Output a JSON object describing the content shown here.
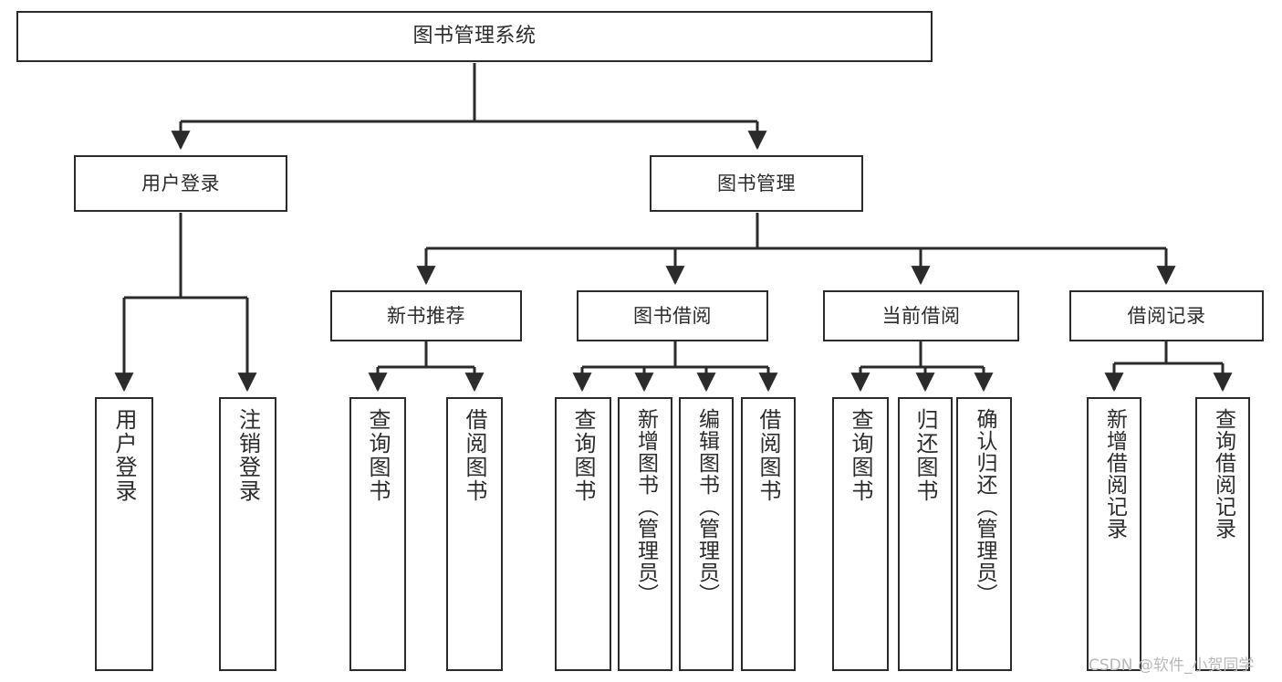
{
  "diagram": {
    "type": "hierarchy-tree",
    "title": "图书管理系统",
    "background_color": "#ffffff",
    "box_border_color": "#2b2b2b",
    "connector_color": "#2b2b2b",
    "nodes": {
      "root": {
        "label": "图书管理系统"
      },
      "level1": [
        {
          "id": "user-login",
          "label": "用户登录"
        },
        {
          "id": "book-management",
          "label": "图书管理"
        }
      ],
      "level2": [
        {
          "id": "new-book-recommend",
          "label": "新书推荐"
        },
        {
          "id": "book-borrow",
          "label": "图书借阅"
        },
        {
          "id": "current-borrow",
          "label": "当前借阅"
        },
        {
          "id": "borrow-record",
          "label": "借阅记录"
        }
      ],
      "leaves": {
        "user_login": [
          {
            "id": "leaf-user-login",
            "label": "用户登录"
          },
          {
            "id": "leaf-logout-login",
            "label": "注销登录"
          }
        ],
        "new_book_recommend": [
          {
            "id": "leaf-query-book-1",
            "label": "查询图书"
          },
          {
            "id": "leaf-borrow-book-1",
            "label": "借阅图书"
          }
        ],
        "book_borrow": [
          {
            "id": "leaf-query-book-2",
            "label": "查询图书"
          },
          {
            "id": "leaf-add-book",
            "label": "新增图书（管理员）"
          },
          {
            "id": "leaf-edit-book",
            "label": "编辑图书（管理员）"
          },
          {
            "id": "leaf-borrow-book-2",
            "label": "借阅图书"
          }
        ],
        "current_borrow": [
          {
            "id": "leaf-query-book-3",
            "label": "查询图书"
          },
          {
            "id": "leaf-return-book",
            "label": "归还图书"
          },
          {
            "id": "leaf-confirm-return",
            "label": "确认归还（管理员）"
          }
        ],
        "borrow_record": [
          {
            "id": "leaf-add-record",
            "label": "新增借阅记录"
          },
          {
            "id": "leaf-query-record",
            "label": "查询借阅记录"
          }
        ]
      }
    }
  },
  "watermark": {
    "text": "CSDN @软件_小贺同学"
  }
}
